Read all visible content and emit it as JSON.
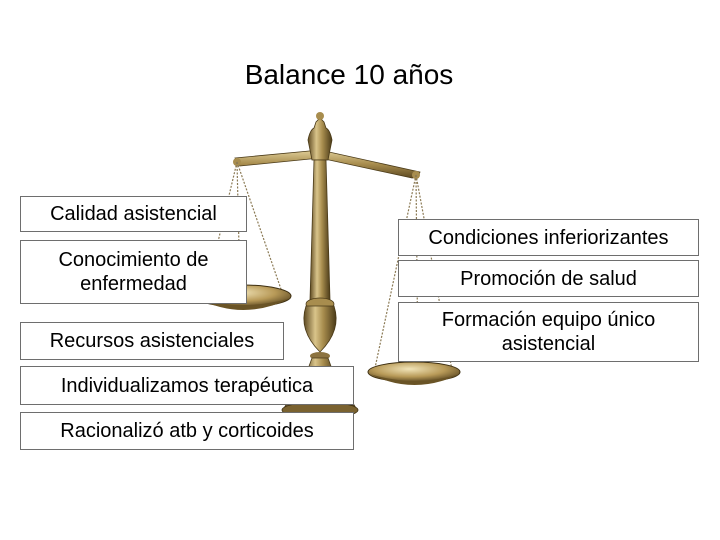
{
  "title": "Balance 10 años",
  "left_items": [
    "Calidad asistencial",
    "Conocimiento de enfermedad",
    "Recursos asistenciales",
    "Individualizamos terapéutica",
    "Racionalizó atb y corticoides"
  ],
  "right_items": [
    "Condiciones inferiorizantes",
    "Promoción de salud",
    "Formación equipo único asistencial"
  ],
  "icons": {
    "scale": "balance-scale-icon"
  },
  "colors": {
    "brass_light": "#d9c48a",
    "brass_mid": "#a88d4e",
    "brass_dark": "#5e4a22",
    "box_border": "#6e6e6e"
  }
}
